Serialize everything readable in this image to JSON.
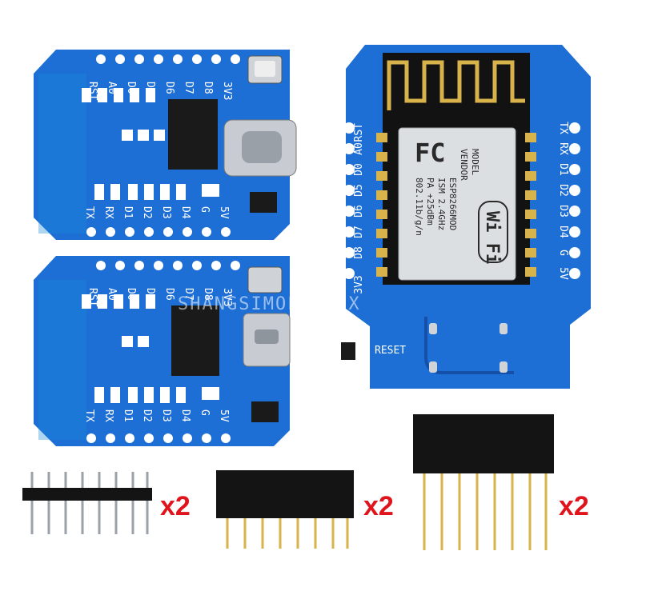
{
  "product": {
    "quantity_pinheader": "x2",
    "quantity_short_female": "x2",
    "quantity_long_female": "x2",
    "watermark": "SHANGSIMOLDLECX"
  },
  "shield_top": {
    "top_pins": [
      "RST",
      "A0",
      "D0",
      "D5",
      "D6",
      "D7",
      "D8",
      "3V3"
    ],
    "bottom_pins": [
      "TX",
      "RX",
      "D1",
      "D2",
      "D3",
      "D4",
      "G",
      "5V"
    ],
    "connector": "USB-C"
  },
  "shield_bottom": {
    "top_pins": [
      "RST",
      "A0",
      "D0",
      "D5",
      "D6",
      "D7",
      "D8",
      "3V3"
    ],
    "bottom_pins": [
      "TX",
      "RX",
      "D1",
      "D2",
      "D3",
      "D4",
      "G",
      "5V"
    ],
    "connector": "Micro-USB"
  },
  "d1_mini": {
    "left_pins": [
      "RST",
      "A0",
      "D0",
      "D5",
      "D6",
      "D7",
      "D8",
      "3V3"
    ],
    "right_pins": [
      "TX",
      "RX",
      "D1",
      "D2",
      "D3",
      "D4",
      "G",
      "5V"
    ],
    "reset_label": "RESET",
    "module": {
      "vendor_line1": "MODEL",
      "vendor_line2": "VENDOR",
      "model": "ESP8266MOD",
      "band": "ISM 2.4GHz",
      "pa": "PA +25dBm",
      "std": "802.11b/g/n",
      "fcc": "FC",
      "wifi": "Wi Fi"
    }
  },
  "colors": {
    "pcb": "#1d6fd6",
    "pcb_dark": "#1550a8",
    "gold": "#d8b24a",
    "accent_red": "#e0141c"
  }
}
